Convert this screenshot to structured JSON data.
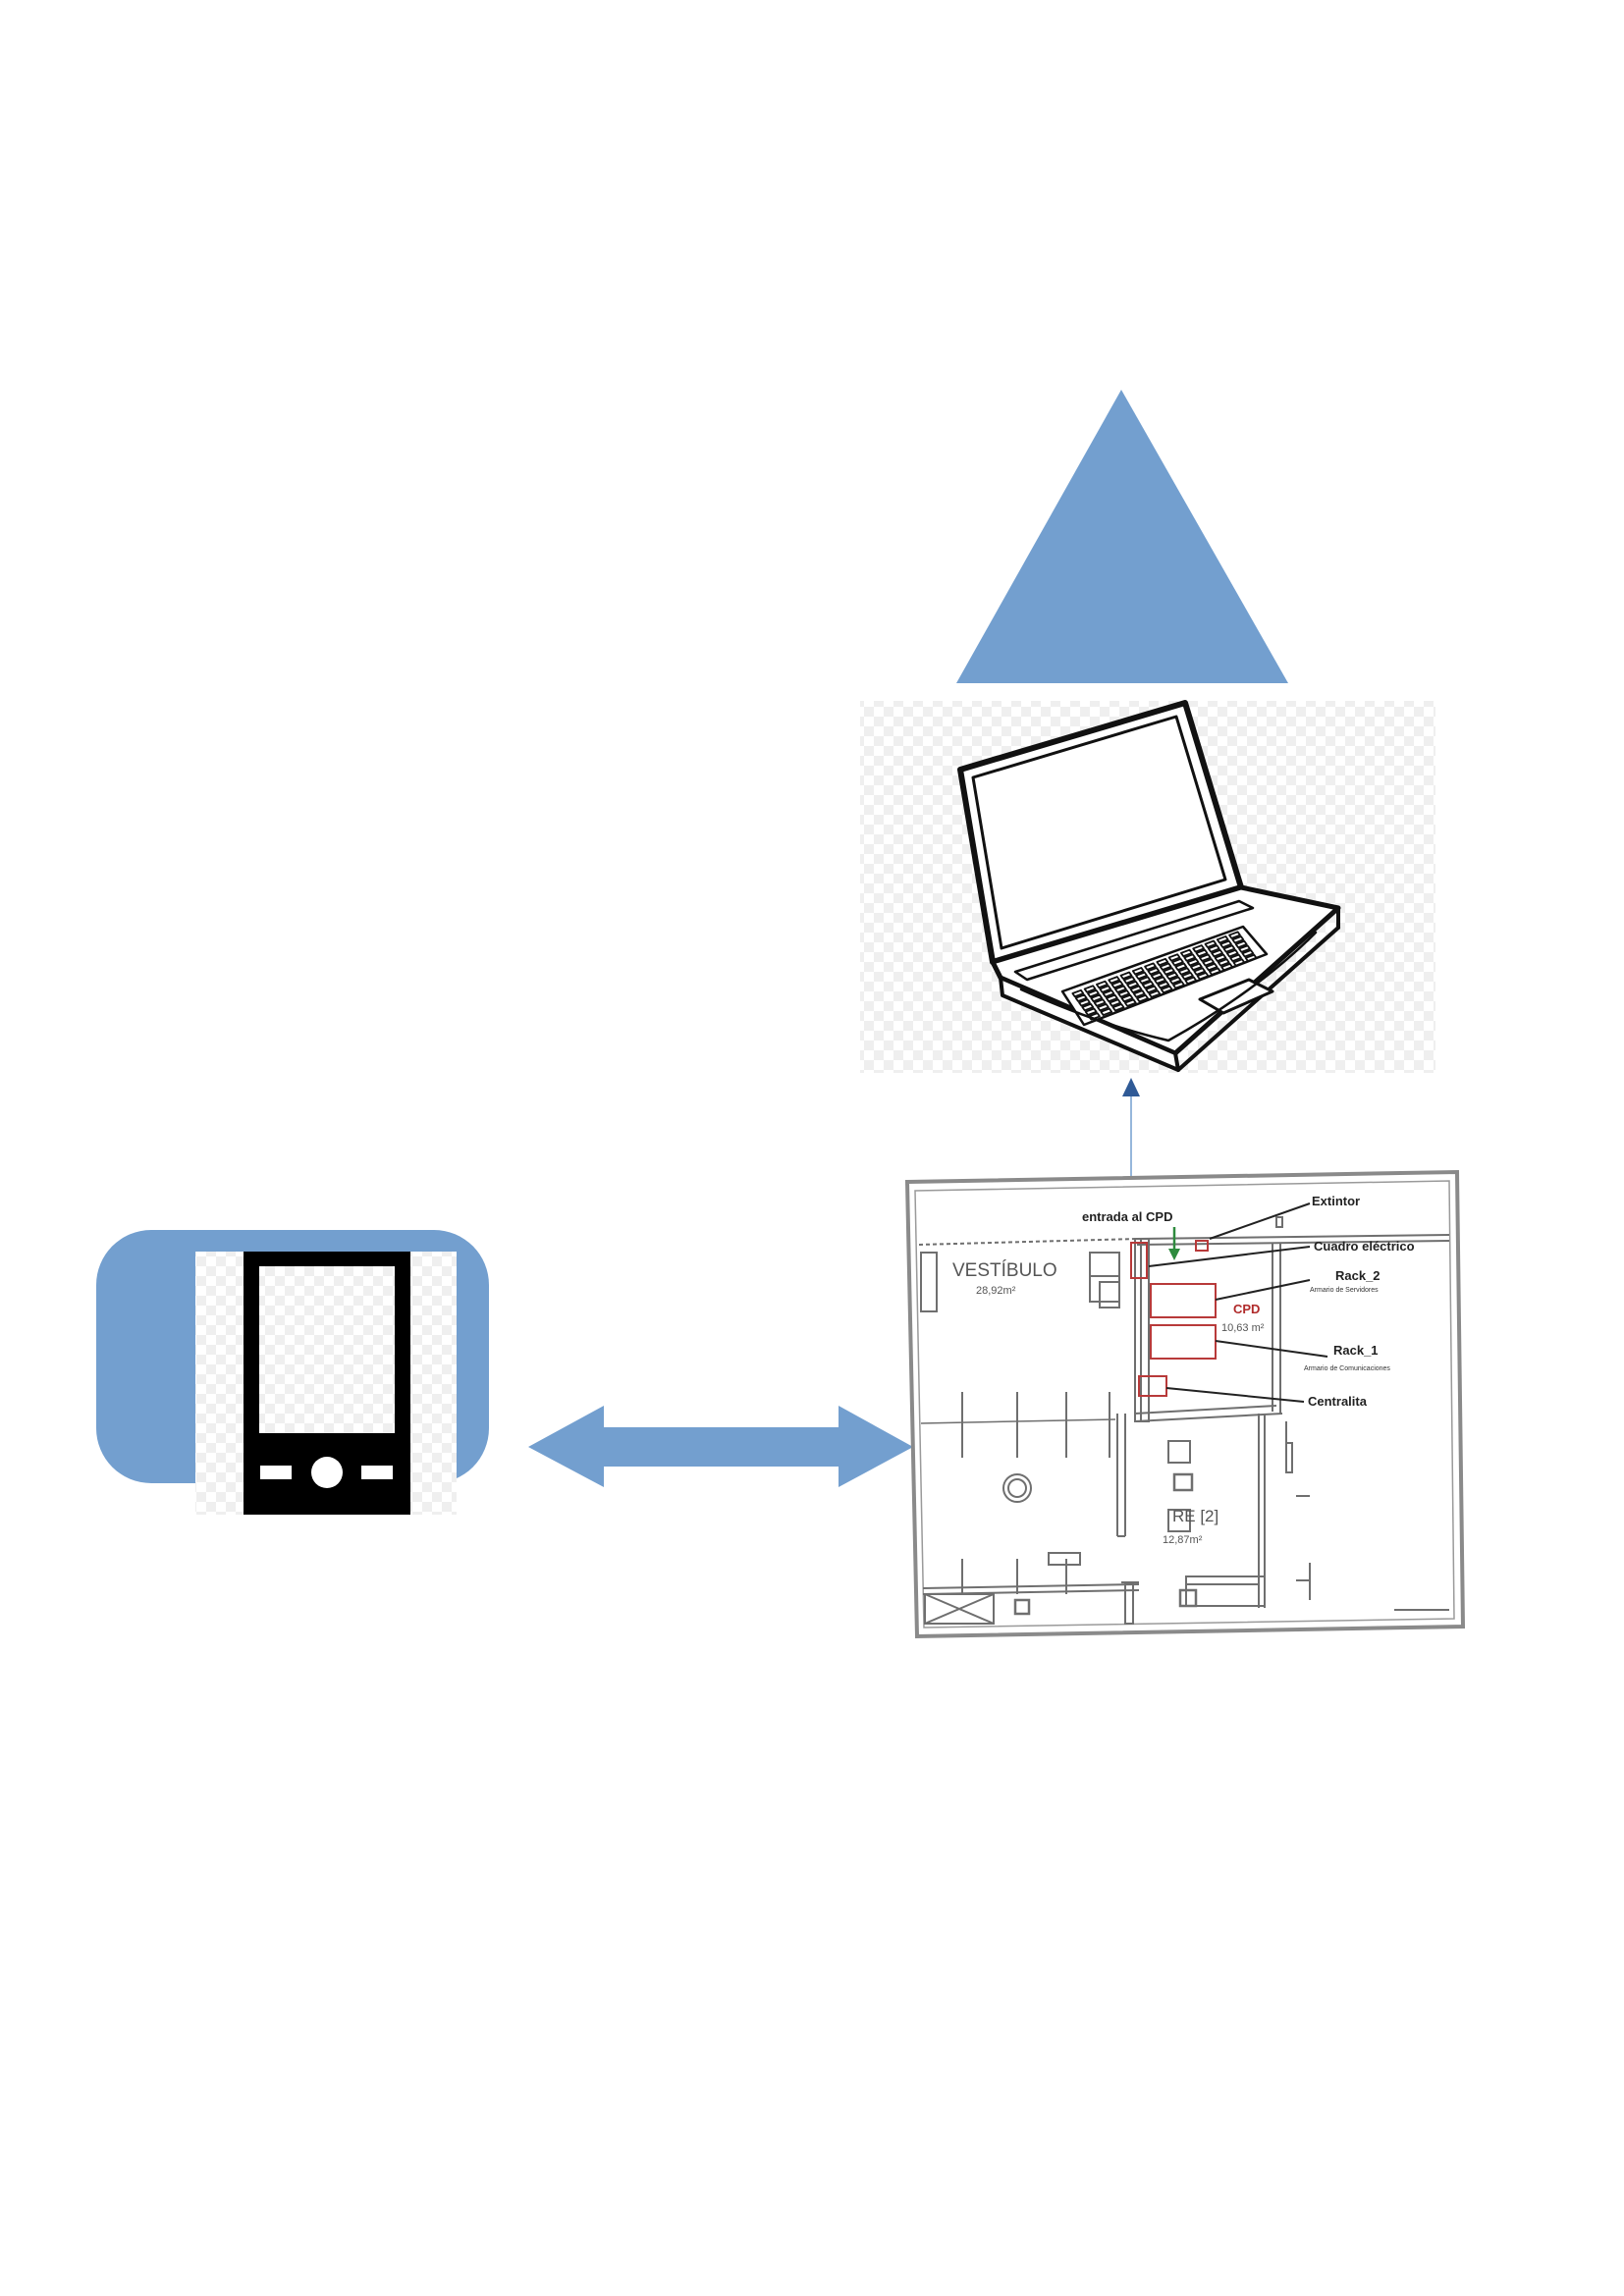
{
  "colors": {
    "shape_blue": "#739fcf",
    "arrow_dark": "#2f5a96",
    "ink": "#111111",
    "red_outline": "#b83a3a",
    "green_arrow": "#2e8b3e"
  },
  "icons": {
    "triangle": "triangle-shape",
    "laptop": "laptop-icon",
    "phone": "mobile-phone-icon",
    "double_arrow": "double-arrow",
    "up_arrow": "up-arrow"
  },
  "floorplan": {
    "entrance_label": "entrada al CPD",
    "extintor": "Extintor",
    "cuadro": "Cuadro eléctrico",
    "rack2": "Rack_2",
    "rack2_sub": "Armario de Servidores",
    "cpd": "CPD",
    "cpd_area": "10,63 m²",
    "rack1": "Rack_1",
    "rack1_sub": "Armario de Comunicaciones",
    "centralita": "Centralita",
    "vestibulo": "VESTÍBULO",
    "vestibulo_area": "28,92m²",
    "room2": "RE [2]",
    "room2_area": "12,87m²"
  }
}
